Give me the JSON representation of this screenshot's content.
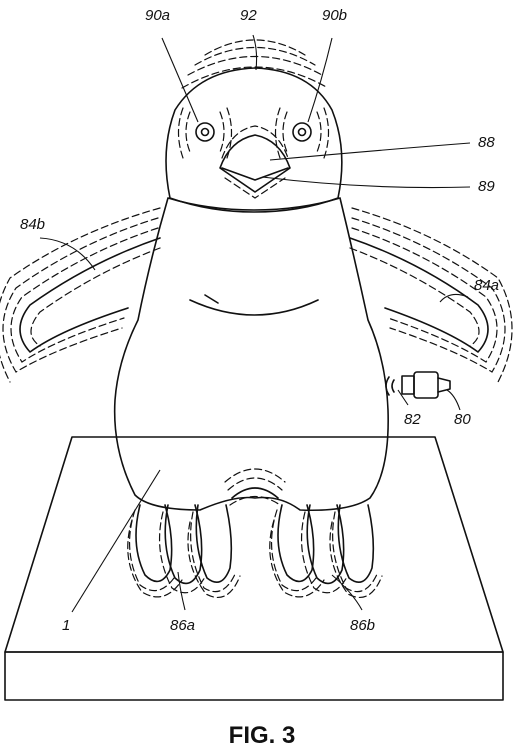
{
  "figure": {
    "caption": "FIG. 3",
    "labels": {
      "head_motion": "92",
      "left_eye": "90a",
      "right_eye": "90b",
      "beak": "88",
      "beak_tip": "89",
      "left_wing": "84b",
      "right_wing": "84a",
      "sensor": "82",
      "plug": "80",
      "body": "1",
      "left_foot": "86a",
      "right_foot": "86b"
    }
  }
}
